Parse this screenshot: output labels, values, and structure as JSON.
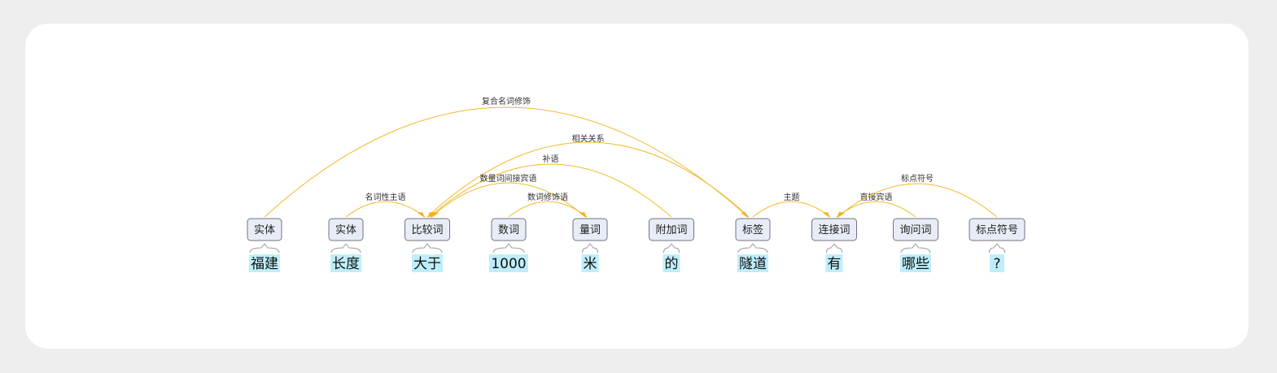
{
  "tokens": [
    {
      "text": "福建",
      "tag": "实体"
    },
    {
      "text": "长度",
      "tag": "实体"
    },
    {
      "text": "大于",
      "tag": "比较词"
    },
    {
      "text": "1000",
      "tag": "数词"
    },
    {
      "text": "米",
      "tag": "量词"
    },
    {
      "text": "的",
      "tag": "附加词"
    },
    {
      "text": "隧道",
      "tag": "标签"
    },
    {
      "text": "有",
      "tag": "连接词"
    },
    {
      "text": "哪些",
      "tag": "询问词"
    },
    {
      "text": "?",
      "tag": "标点符号"
    }
  ],
  "relations": [
    {
      "label": "复合名词修饰",
      "from": 0,
      "to": 6
    },
    {
      "label": "相关关系",
      "from": 6,
      "to": 2
    },
    {
      "label": "补语",
      "from": 5,
      "to": 2
    },
    {
      "label": "数量词间接宾语",
      "from": 4,
      "to": 2
    },
    {
      "label": "名词性主语",
      "from": 1,
      "to": 2
    },
    {
      "label": "数词修饰语",
      "from": 3,
      "to": 4
    },
    {
      "label": "主题",
      "from": 6,
      "to": 7
    },
    {
      "label": "直接宾语",
      "from": 8,
      "to": 7
    },
    {
      "label": "标点符号",
      "from": 9,
      "to": 7
    }
  ],
  "colors": {
    "arc": "#f2b92b",
    "tag_background": "#e7ecf6",
    "token_highlight": "#bfeefb"
  }
}
